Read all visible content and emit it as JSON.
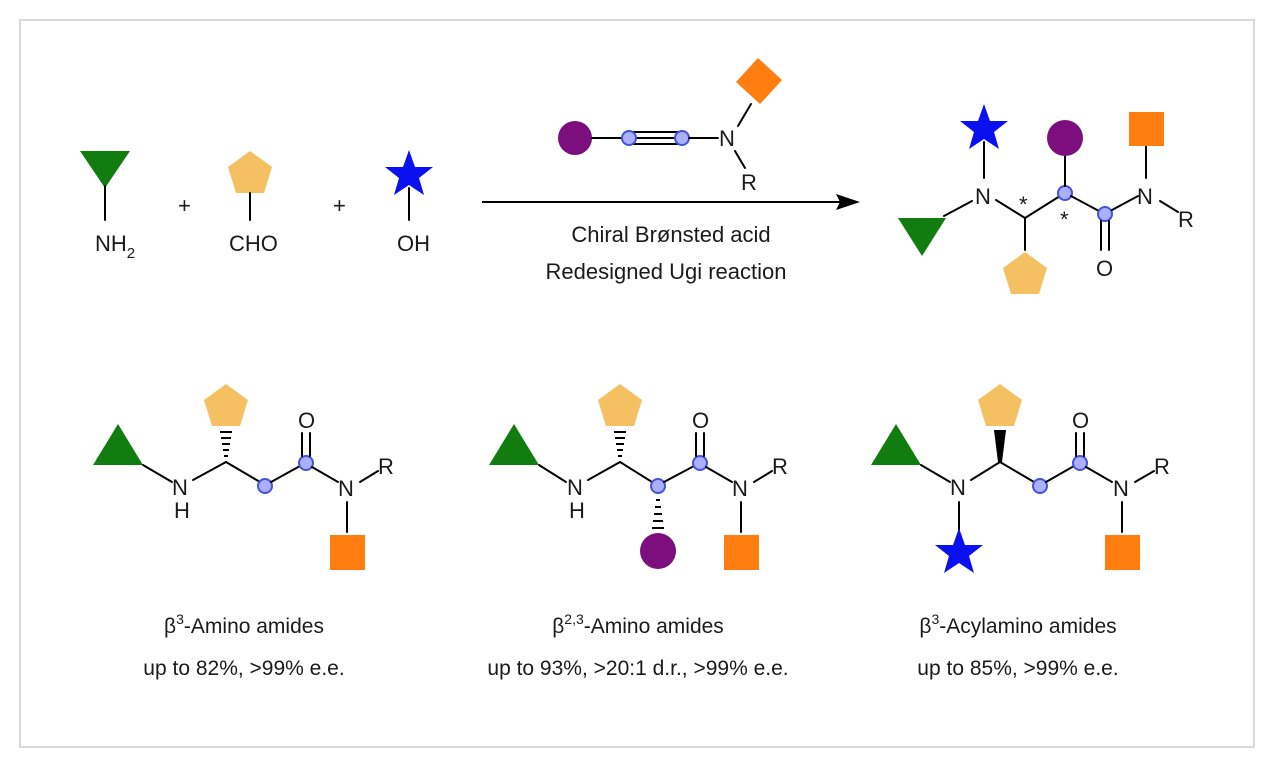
{
  "reagents": {
    "amine": "NH",
    "amine_sub": "2",
    "plus": "+",
    "aldehyde": "CHO",
    "alcohol": "OH"
  },
  "ynamide": {
    "n": "N",
    "r": "R"
  },
  "conditions": {
    "line1": "Chiral Brønsted acid",
    "line2": "Redesigned Ugi reaction"
  },
  "product": {
    "n1": "N",
    "n2": "N",
    "o": "O",
    "r": "R",
    "star1": "*",
    "star2": "*"
  },
  "examples": [
    {
      "nh": "N",
      "h": "H",
      "n": "N",
      "o": "O",
      "r": "R",
      "beta": "β",
      "sup": "3",
      "name": "-Amino amides",
      "yield": "up to 82%, >99% e.e."
    },
    {
      "nh": "N",
      "h": "H",
      "n": "N",
      "o": "O",
      "r": "R",
      "beta": "β",
      "sup": "2,3",
      "name": "-Amino amides",
      "yield": "up to 93%, >20:1 d.r., >99% e.e."
    },
    {
      "nh": "N",
      "n": "N",
      "o": "O",
      "r": "R",
      "beta": "β",
      "sup": "3",
      "name": "-Acylamino amides",
      "yield": "up to 85%, >99% e.e."
    }
  ],
  "colors": {
    "green": "#117d11",
    "tan": "#f5c062",
    "blue": "#0a10f0",
    "orange": "#ff7e0f",
    "purple": "#7c0e7e",
    "node_fill": "#aab0ff",
    "node_stroke": "#4452d8",
    "frame": "#d9d9d9"
  },
  "icons": [
    "triangle-icon",
    "pentagon-icon",
    "star-icon",
    "square-icon",
    "circle-icon"
  ]
}
